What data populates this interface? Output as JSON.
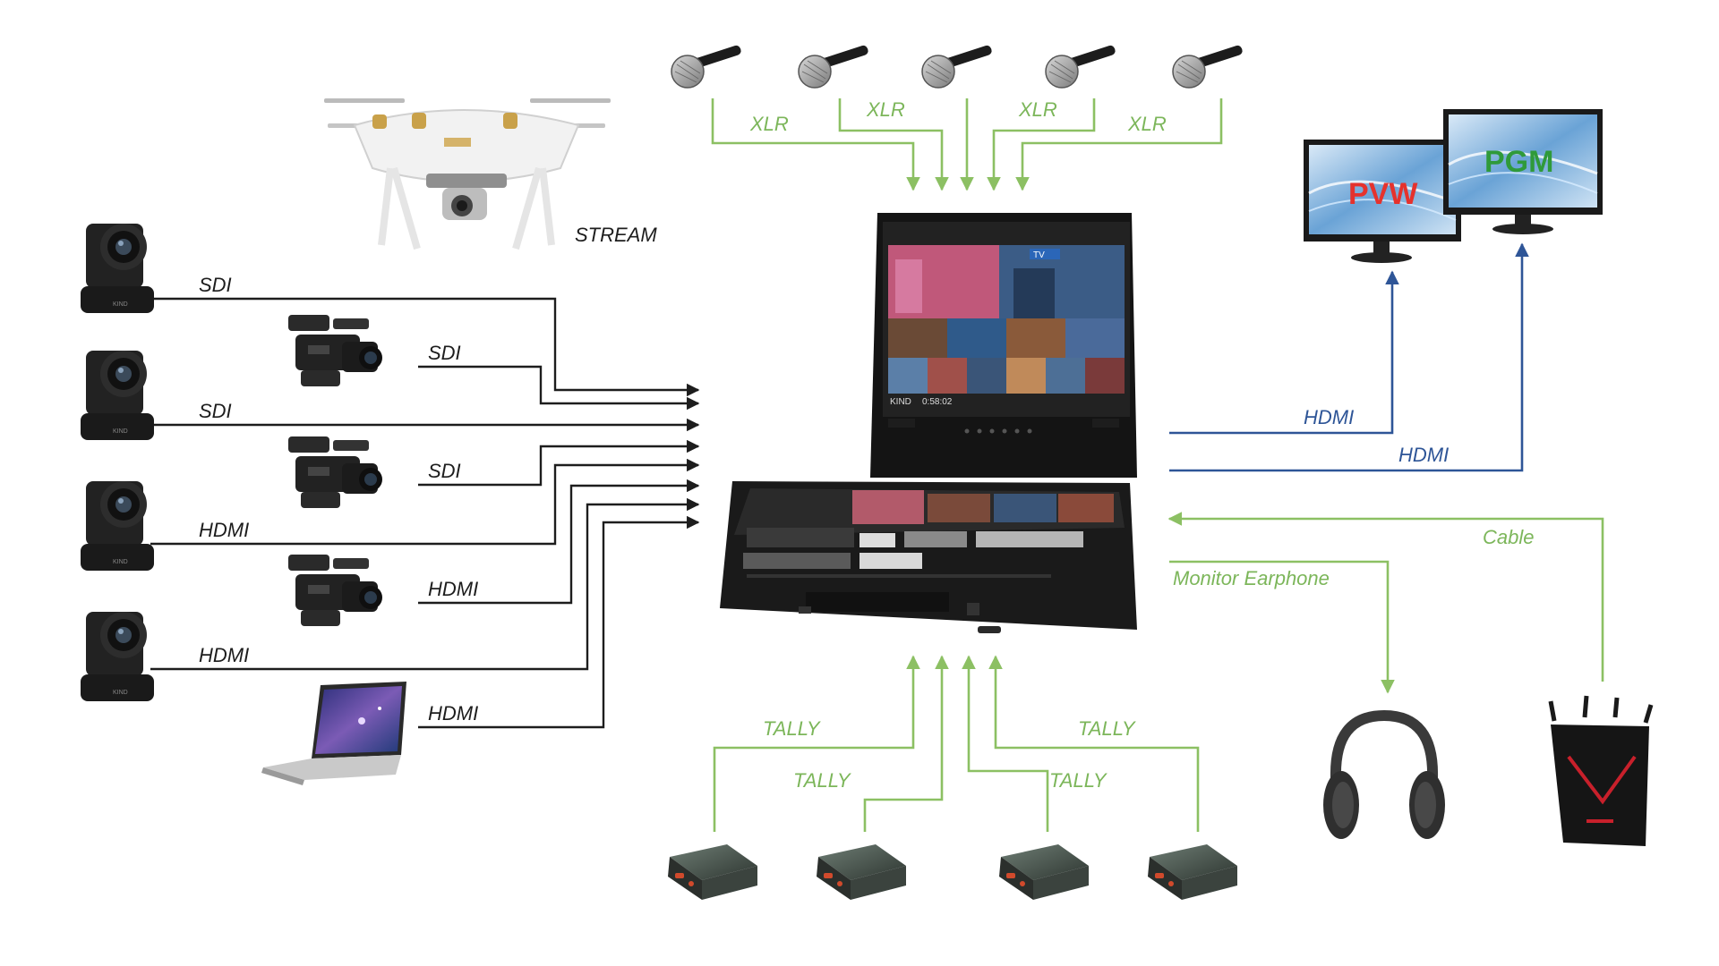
{
  "colors": {
    "video_wire": "#1d1d1d",
    "audio_wire": "#8cc063",
    "hdmi_out_wire": "#2e5597",
    "pvw_text": "#e5322d",
    "pgm_text": "#2f9a3a"
  },
  "inputs": {
    "stream_label": "STREAM",
    "cam1_label": "SDI",
    "camcorder1_label": "SDI",
    "cam2_label": "SDI",
    "camcorder2_label": "SDI",
    "cam3_label": "HDMI",
    "camcorder3_label": "HDMI",
    "cam4_label": "HDMI",
    "laptop_label": "HDMI"
  },
  "audio": {
    "xlr_labels": [
      "XLR",
      "XLR",
      "XLR",
      "XLR"
    ]
  },
  "outputs": {
    "hdmi_pvw_label": "HDMI",
    "hdmi_pgm_label": "HDMI",
    "pvw_monitor_text": "PVW",
    "pgm_monitor_text": "PGM",
    "cable_label": "Cable",
    "earphone_label": "Monitor Earphone"
  },
  "tally": {
    "labels": [
      "TALLY",
      "TALLY",
      "TALLY",
      "TALLY"
    ]
  },
  "device": {
    "screen_brand": "KIND",
    "screen_clock": "0:58:02",
    "screen_tag": "TV"
  },
  "icons": {
    "drone": "drone-icon",
    "ptz_camera": "ptz-camera-icon",
    "camcorder": "camcorder-icon",
    "laptop": "laptop-icon",
    "microphone": "microphone-icon",
    "monitor": "monitor-icon",
    "switcher": "video-switcher-icon",
    "headphones": "headphones-icon",
    "router": "router-icon",
    "tally": "tally-box-icon"
  }
}
